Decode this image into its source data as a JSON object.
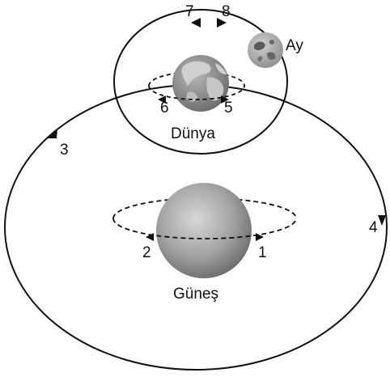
{
  "labels": {
    "sun": "Güneş",
    "earth": "Dünya",
    "moon": "Ay"
  },
  "numbers": {
    "n1": "1",
    "n2": "2",
    "n3": "3",
    "n4": "4",
    "n5": "5",
    "n6": "6",
    "n7": "7",
    "n8": "8"
  },
  "colors": {
    "line": "#111111",
    "sun_light": "#d6d6d6",
    "sun_dark": "#6e6e6e",
    "earth_water": "#8a8a8a",
    "earth_land": "#d2d2d2",
    "moon_body": "#b5b5b5",
    "moon_mare": "#5a5a5a"
  }
}
